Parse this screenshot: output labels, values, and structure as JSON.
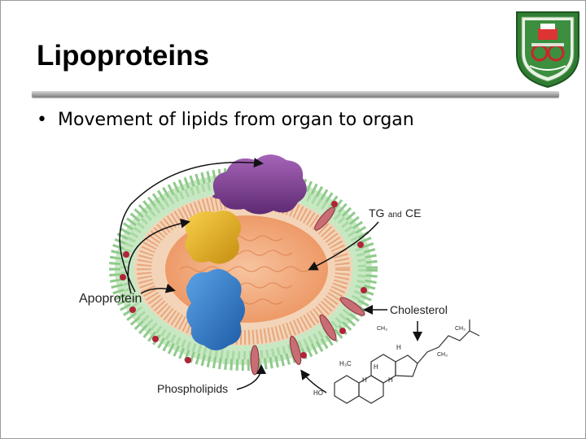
{
  "slide": {
    "title": "Lipoproteins",
    "bullet_marker": "•",
    "bullet_text": "Movement of lipids from organ to organ"
  },
  "figure": {
    "label_tg": "TG",
    "label_and": "and",
    "label_ce": "CE",
    "label_cholesterol": "Cholesterol",
    "label_apoprotein": "Apoprotein",
    "label_phospholipids": "Phospholipids",
    "chem_labels": [
      "CH₃",
      "CH₃",
      "CH₃",
      "H",
      "H₃C",
      "H",
      "H",
      "H",
      "HO"
    ]
  },
  "colors": {
    "apoprotein_purple": "#7b3f8f",
    "apoprotein_yellow": "#e6b21d",
    "apoprotein_blue": "#2f78c8",
    "phospholipid_green": "#9fd39a",
    "core_orange": "#f2a878",
    "logo_green": "#2f7d32"
  }
}
